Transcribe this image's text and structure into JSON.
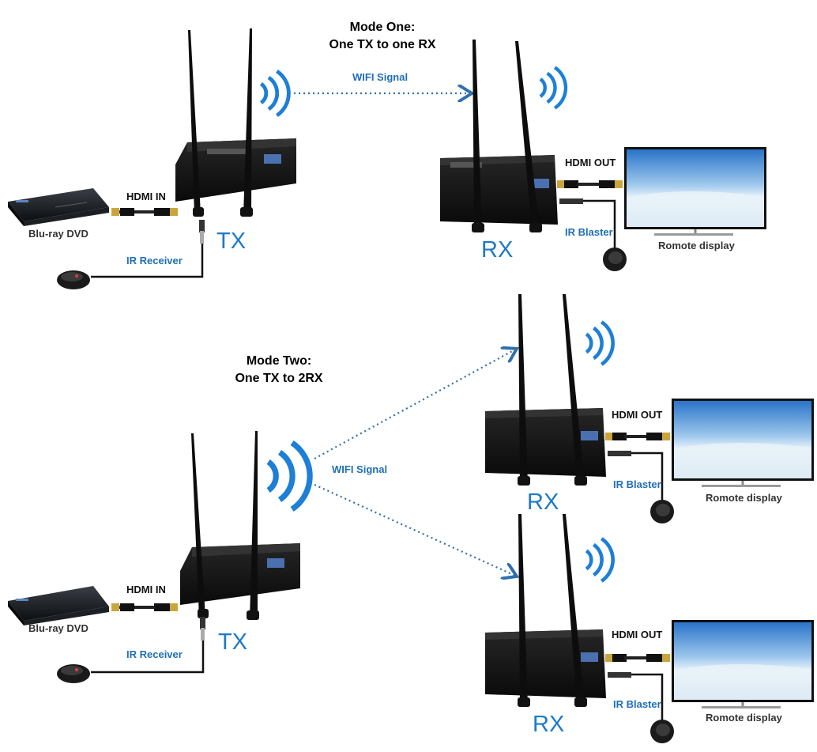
{
  "mode_one": {
    "title_line1": "Mode One:",
    "title_line2": "One TX to one RX",
    "signal_label": "WIFI Signal",
    "tx_label": "TX",
    "rx_label": "RX",
    "source_label": "Blu-ray DVD",
    "hdmi_in_label": "HDMI IN",
    "ir_receiver_label": "IR Receiver",
    "hdmi_out_label": "HDMI OUT",
    "ir_blaster_label": "IR Blaster",
    "display_label": "Romote display"
  },
  "mode_two": {
    "title_line1": "Mode Two:",
    "title_line2": "One TX to 2RX",
    "signal_label": "WIFI Signal",
    "tx_label": "TX",
    "source_label": "Blu-ray DVD",
    "hdmi_in_label": "HDMI IN",
    "ir_receiver_label": "IR Receiver",
    "receivers": [
      {
        "rx_label": "RX",
        "hdmi_out_label": "HDMI OUT",
        "ir_blaster_label": "IR Blaster",
        "display_label": "Romote display"
      },
      {
        "rx_label": "RX",
        "hdmi_out_label": "HDMI OUT",
        "ir_blaster_label": "IR Blaster",
        "display_label": "Romote display"
      }
    ]
  },
  "colors": {
    "label_blue": "#1f6fb5",
    "big_blue": "#1e7ac8",
    "wifi_blue": "#1d7fd6",
    "dotted_arrow": "#2f6fae",
    "device_black": "#111111"
  }
}
